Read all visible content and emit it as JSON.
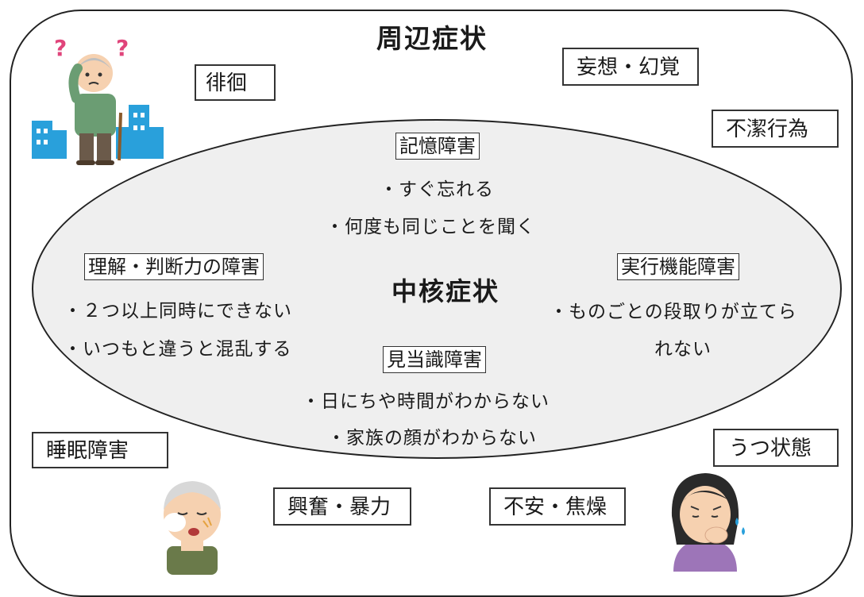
{
  "outer": {
    "title": "周辺症状",
    "symptoms": [
      "徘徊",
      "妄想・幻覚",
      "不潔行為",
      "睡眠障害",
      "うつ状態",
      "興奮・暴力",
      "不安・焦燥"
    ]
  },
  "core": {
    "title": "中核症状",
    "memory": {
      "label": "記憶障害",
      "items": [
        "・すぐ忘れる",
        "・何度も同じことを聞く"
      ]
    },
    "judgment": {
      "label": "理解・判断力の障害",
      "items": [
        "・２つ以上同時にできない",
        "・いつもと違うと混乱する"
      ]
    },
    "executive": {
      "label": "実行機能障害",
      "items": [
        "・ものごとの段取りが立てら",
        "れない"
      ]
    },
    "orientation": {
      "label": "見当識障害",
      "items": [
        "・日にちや時間がわからない",
        "・家族の顔がわからない"
      ]
    }
  },
  "colors": {
    "ellipse_fill": "#efefef",
    "city_blue": "#29a0db",
    "skin": "#f6d1b0",
    "shirt_green": "#6b9d73",
    "sweater_purple": "#9d75b8"
  },
  "icons": [
    "confused-elderly-man-illustration",
    "sleeping-elderly-man-illustration",
    "anxious-woman-illustration"
  ]
}
